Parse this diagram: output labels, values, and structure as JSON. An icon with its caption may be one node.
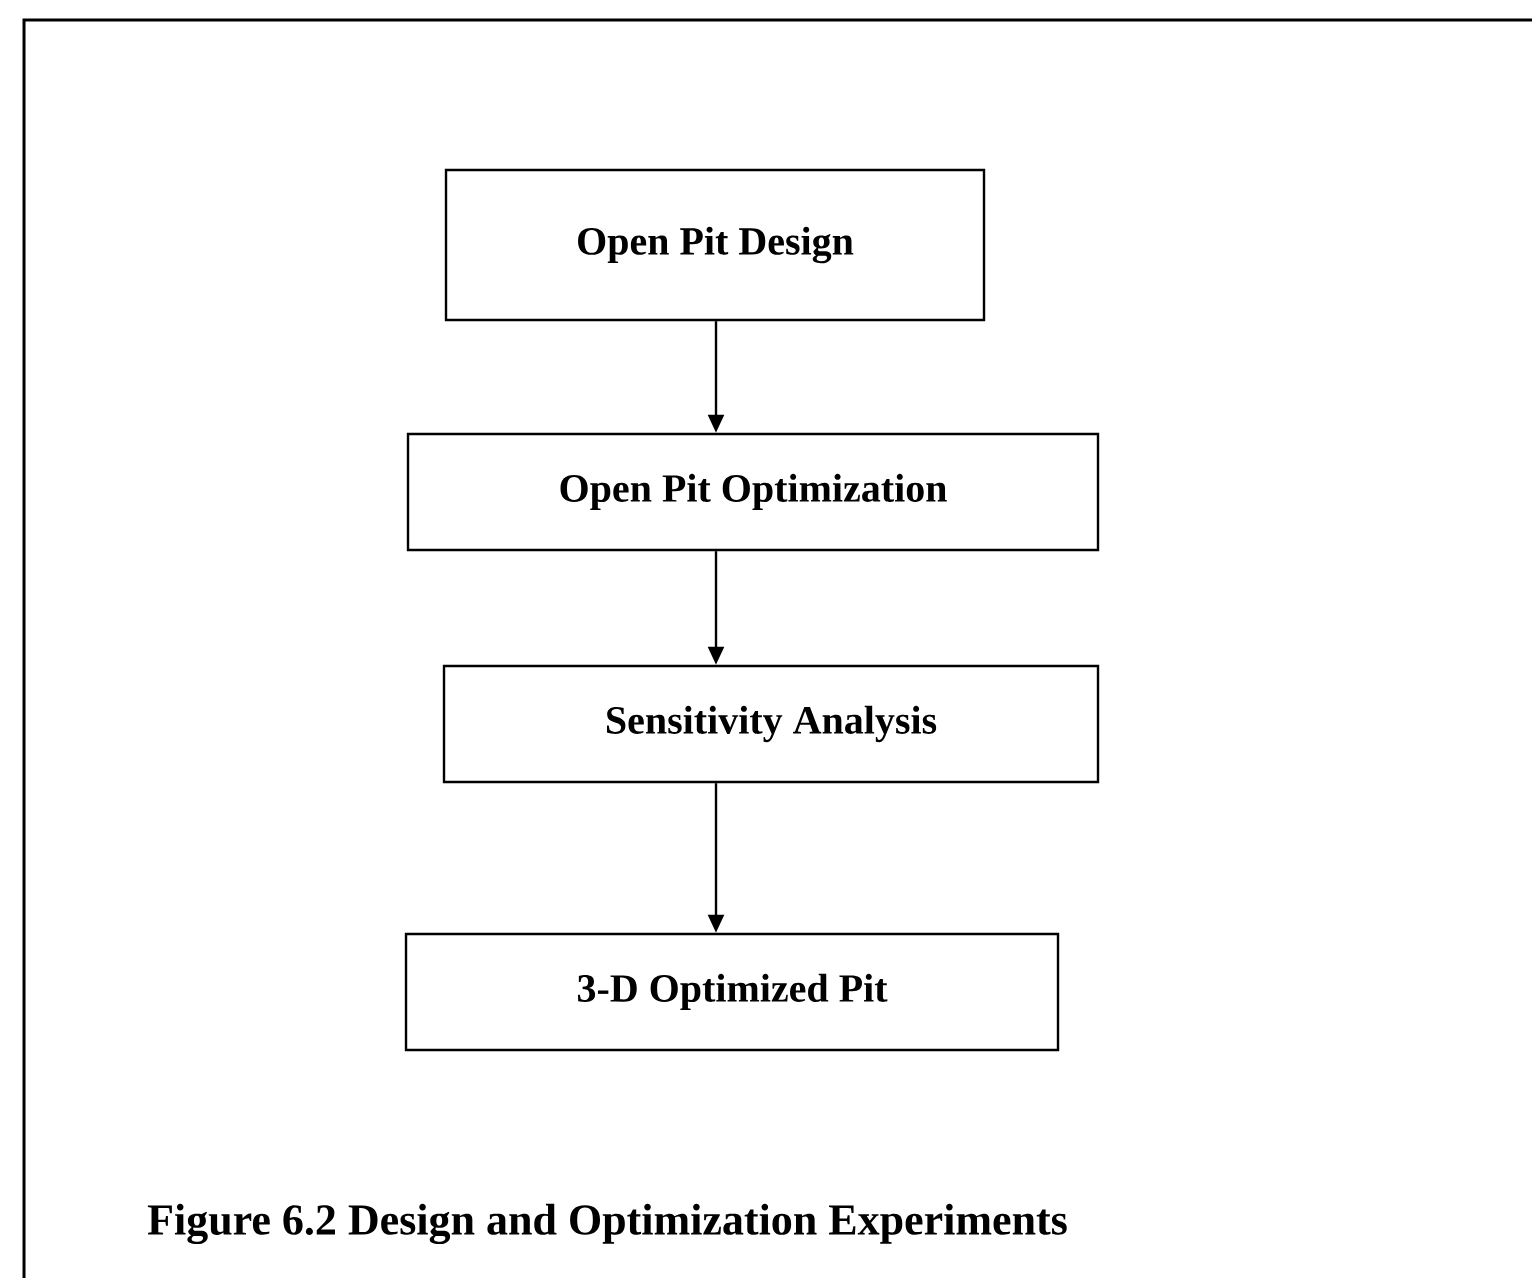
{
  "diagram": {
    "caption": "Figure 6.2 Design and Optimization Experiments",
    "nodes": [
      {
        "text": [
          "Open Pit Design"
        ]
      },
      {
        "text": [
          "Open Pit Optimization"
        ]
      },
      {
        "text": [
          "Sensitivity Analysis"
        ]
      },
      {
        "text": [
          "3-D Optimized Pit"
        ]
      }
    ],
    "edges": [
      {
        "from": 0,
        "to": 1,
        "arrow": "to"
      },
      {
        "from": 1,
        "to": 2,
        "arrow": "to"
      },
      {
        "from": 2,
        "to": 3,
        "arrow": "to"
      }
    ]
  }
}
